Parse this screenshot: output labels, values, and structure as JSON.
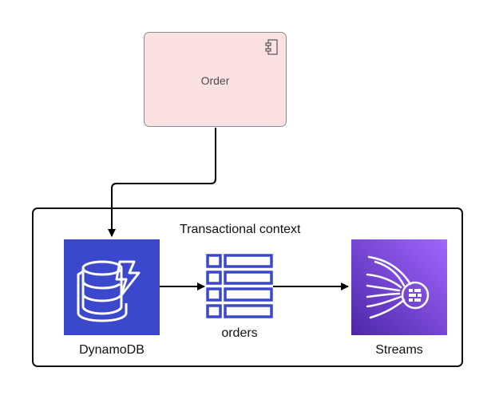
{
  "nodes": {
    "order": {
      "label": "Order",
      "icon": "uml-component-icon"
    },
    "context": {
      "label": "Transactional context"
    },
    "dynamodb": {
      "label": "DynamoDB",
      "icon": "dynamodb-icon",
      "color": "#3b48cc"
    },
    "orders": {
      "label": "orders",
      "icon": "queue-items-icon",
      "color": "#3b48cc"
    },
    "streams": {
      "label": "Streams",
      "icon": "kinesis-streams-icon",
      "color": "#7b3fe4"
    }
  },
  "edges": [
    {
      "from": "Order",
      "to": "DynamoDB"
    },
    {
      "from": "DynamoDB",
      "to": "orders"
    },
    {
      "from": "orders",
      "to": "Streams"
    }
  ],
  "colors": {
    "order_fill": "#fbe1e1",
    "order_border": "#8c8c8c",
    "line": "#000000"
  }
}
